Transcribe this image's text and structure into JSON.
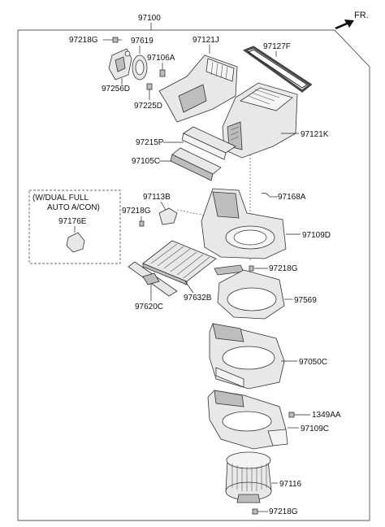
{
  "direction_label": "FR.",
  "note": {
    "line1": "(W/DUAL FULL",
    "line2": "AUTO A/CON)"
  },
  "parts": {
    "assembly": "97100",
    "bolt_top": "97218G",
    "p97619": "97619",
    "p97121J": "97121J",
    "p97127F": "97127F",
    "p97106A": "97106A",
    "p97256D": "97256D",
    "p97225D": "97225D",
    "p97121K": "97121K",
    "p97215P": "97215P",
    "p97105C": "97105C",
    "p97113B": "97113B",
    "bolt_mid_left": "97218G",
    "p97168A": "97168A",
    "p97176E": "97176E",
    "p97109D": "97109D",
    "bolt_mid_right": "97218G",
    "p97620C": "97620C",
    "p97632B": "97632B",
    "p97569": "97569",
    "p97050C": "97050C",
    "p1349AA": "1349AA",
    "p97109C": "97109C",
    "p97116": "97116",
    "bolt_bottom": "97218G"
  }
}
